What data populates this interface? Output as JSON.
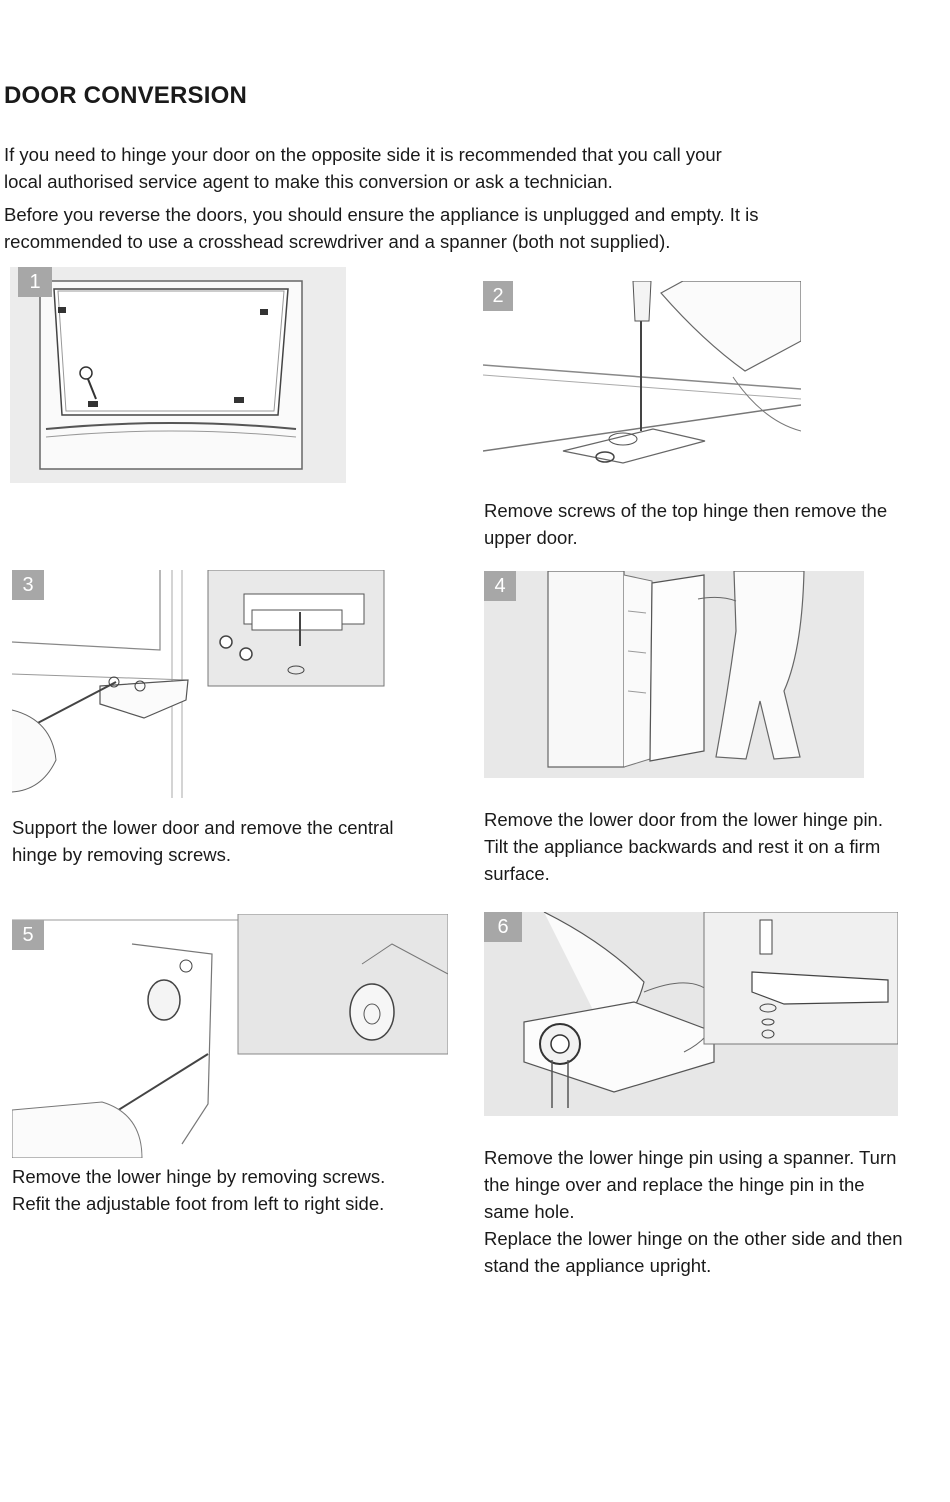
{
  "title": "DOOR CONVERSION",
  "intro": [
    "If you need to hinge your door on the opposite side it is recommended that you call your",
    "local authorised service agent to make this conversion or  ask  a  technician."
  ],
  "prep": [
    "Before you reverse the doors, you should ensure the appliance is unplugged and empty. It is",
    "recommended to use a crosshead screwdriver and a spanner (both not supplied)."
  ],
  "steps": [
    {
      "number": "1",
      "caption": []
    },
    {
      "number": "2",
      "caption": [
        "Remove screws of the top hinge then remove the",
        "upper door."
      ]
    },
    {
      "number": "3",
      "caption": [
        "Support the lower door and remove the central",
        "hinge by removing screws."
      ]
    },
    {
      "number": "4",
      "caption": [
        "Remove the lower door from the lower hinge pin.",
        "Tilt the appliance backwards and rest it on a firm",
        "surface."
      ]
    },
    {
      "number": "5",
      "caption": [
        "Remove the lower hinge by removing screws.",
        "Refit the adjustable foot from left to right side."
      ]
    },
    {
      "number": "6",
      "caption": [
        "Remove the lower hinge pin using a spanner. Turn",
        "the hinge over and replace the hinge pin in the",
        "same hole.",
        "Replace the lower hinge on the other side and then",
        "stand the appliance upright."
      ]
    }
  ]
}
